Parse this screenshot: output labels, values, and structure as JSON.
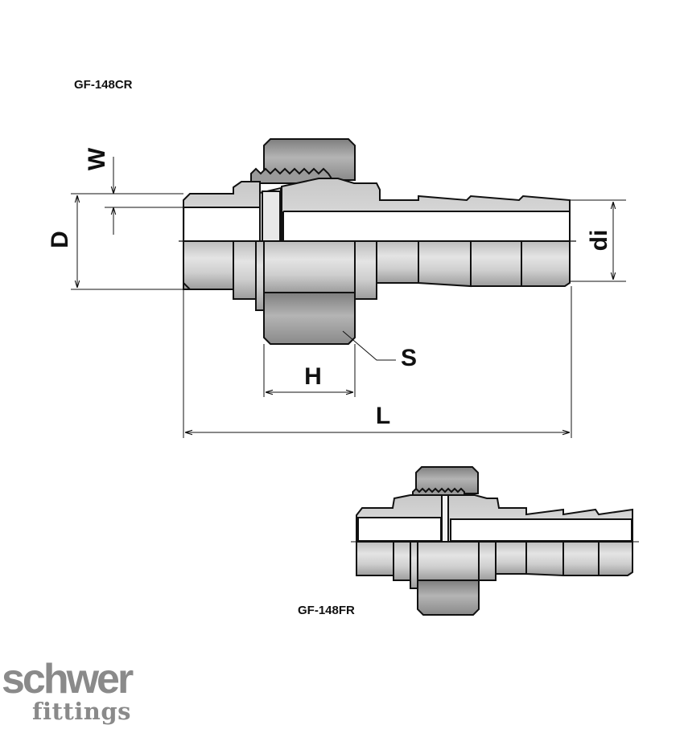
{
  "models": {
    "top": "GF-148CR",
    "bottom": "GF-148FR"
  },
  "dimensions": {
    "W": "W",
    "D": "D",
    "di": "di",
    "S": "S",
    "H": "H",
    "L": "L"
  },
  "logo": {
    "line1": "schwer",
    "line2": "fittings",
    "color": "#8a8a8a"
  },
  "colors": {
    "metal_light": "#d6d6d6",
    "metal_mid": "#b8b8b8",
    "metal_dark": "#8e8e8e",
    "nut": "#9a9a9a",
    "line": "#111111"
  }
}
